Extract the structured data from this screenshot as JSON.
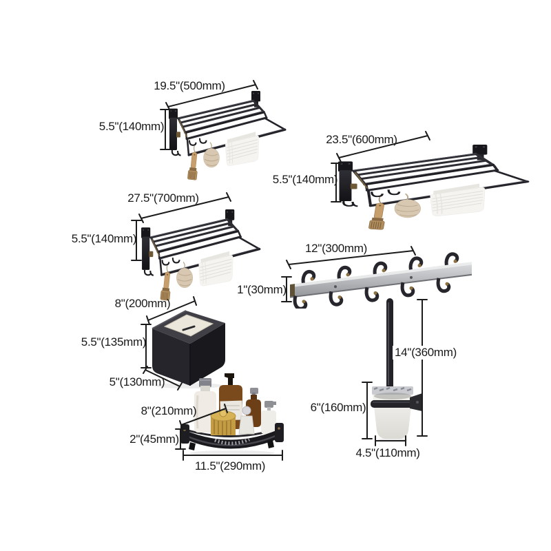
{
  "diagram_title": "bathroom-accessory-set-dimension-diagram",
  "colors": {
    "background": "#ffffff",
    "dimension_lines": "#1b1b1b",
    "metal_dark": "#232327",
    "brass_accent": "#8a6f45",
    "towel_white": "#f4f3f0",
    "rail_silver": "#c9cace",
    "lid_cream": "#ebe7db",
    "cup_frost": "#efeeea",
    "amber_bottle": "#7a4a1d",
    "gold_jar": "#c9a24a"
  },
  "products": {
    "rack_500": {
      "width_label": "19.5\"(500mm)",
      "height_label": "5.5\"(140mm)"
    },
    "rack_600": {
      "width_label": "23.5\"(600mm)",
      "height_label": "5.5\"(140mm)"
    },
    "rack_700": {
      "width_label": "27.5\"(700mm)",
      "height_label": "5.5\"(140mm)"
    },
    "hook_rail": {
      "width_label": "12\"(300mm)",
      "height_label": "1\"(30mm)"
    },
    "tissue_box": {
      "top_width_label": "8\"(200mm)",
      "height_label": "5.5\"(135mm)",
      "depth_label": "5\"(130mm)"
    },
    "corner_shelf": {
      "depth_label": "8\"(210mm)",
      "height_label": "2\"(45mm)",
      "width_label": "11.5\"(290mm)"
    },
    "toilet_brush": {
      "total_height_label": "14\"(360mm)",
      "holder_height_label": "6\"(160mm)",
      "holder_width_label": "4.5\"(110mm)"
    }
  }
}
